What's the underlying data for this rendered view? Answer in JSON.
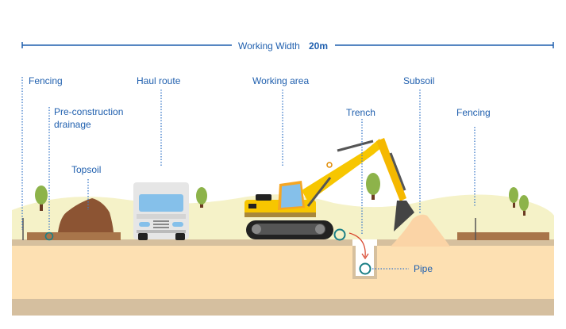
{
  "header": {
    "working_width_label": "Working Width",
    "working_width_value": "20m"
  },
  "labels": {
    "fencing_left": "Fencing",
    "haul_route": "Haul route",
    "working_area": "Working area",
    "subsoil": "Subsoil",
    "trench": "Trench",
    "fencing_right": "Fencing",
    "pre_construction_line1": "Pre-construction",
    "pre_construction_line2": "drainage",
    "topsoil": "Topsoil",
    "pipe": "Pipe"
  },
  "colors": {
    "label": "#1f5fae",
    "ground": "#fde0b2",
    "ground_strip": "#d6c09e",
    "hill": "#f5f2c8",
    "topsoil": "#8c5433",
    "excavator": "#f7c600",
    "pipe": "#1a7f86"
  }
}
